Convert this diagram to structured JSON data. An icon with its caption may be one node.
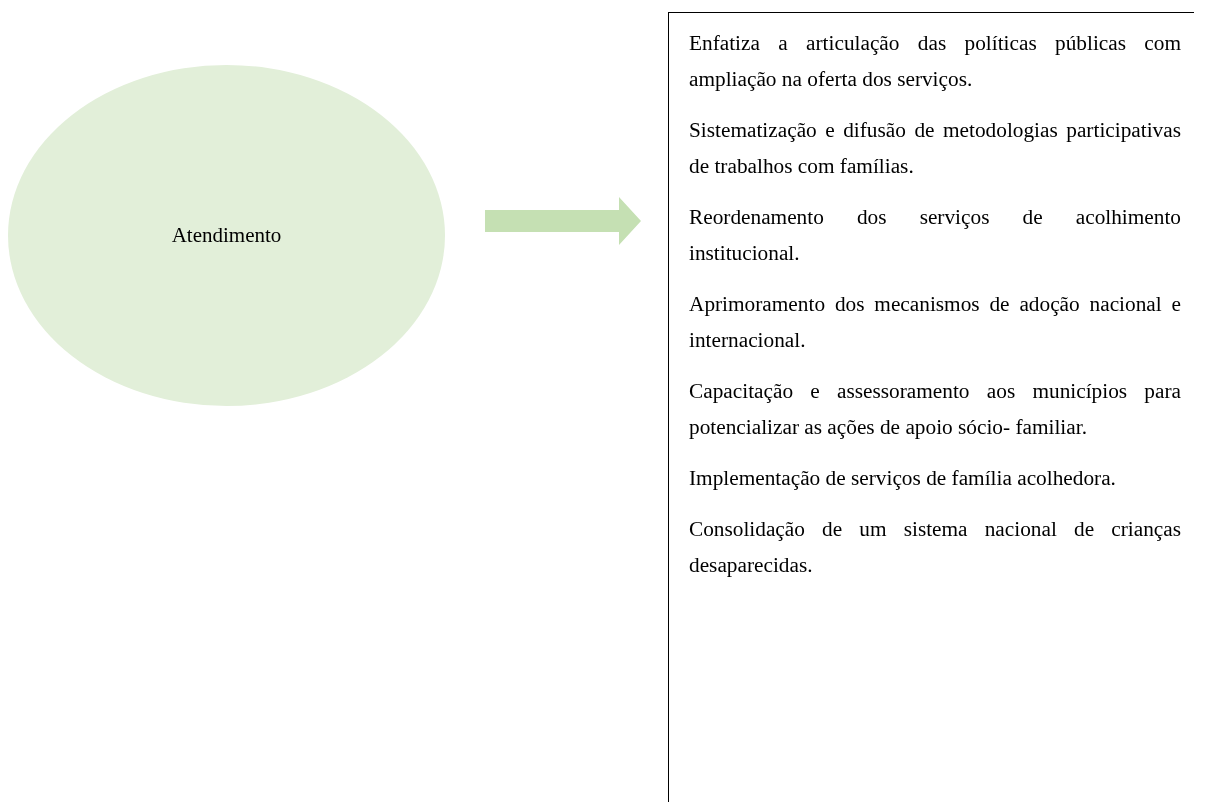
{
  "diagram": {
    "nodes": [
      {
        "text": [
          "Atendimento"
        ]
      },
      {
        "text": [
          "Enfatiza a articulação das políticas públicas com ampliação na oferta dos serviços.",
          "Sistematização e difusão de metodologias participativas de trabalhos com famílias.",
          "Reordenamento dos serviços de acolhimento institucional.",
          "Aprimoramento dos mecanismos de adoção nacional e internacional.",
          "Capacitação e assessoramento aos municípios para potencializar as ações de apoio sócio- familiar.",
          "Implementação de serviços de família acolhedora.",
          "Consolidação de um sistema nacional de crianças desaparecidas."
        ]
      }
    ],
    "edges": [
      {
        "from": 0,
        "to": 1,
        "arrow": "to",
        "style": "thick",
        "color": "#c5e0b3"
      }
    ]
  }
}
